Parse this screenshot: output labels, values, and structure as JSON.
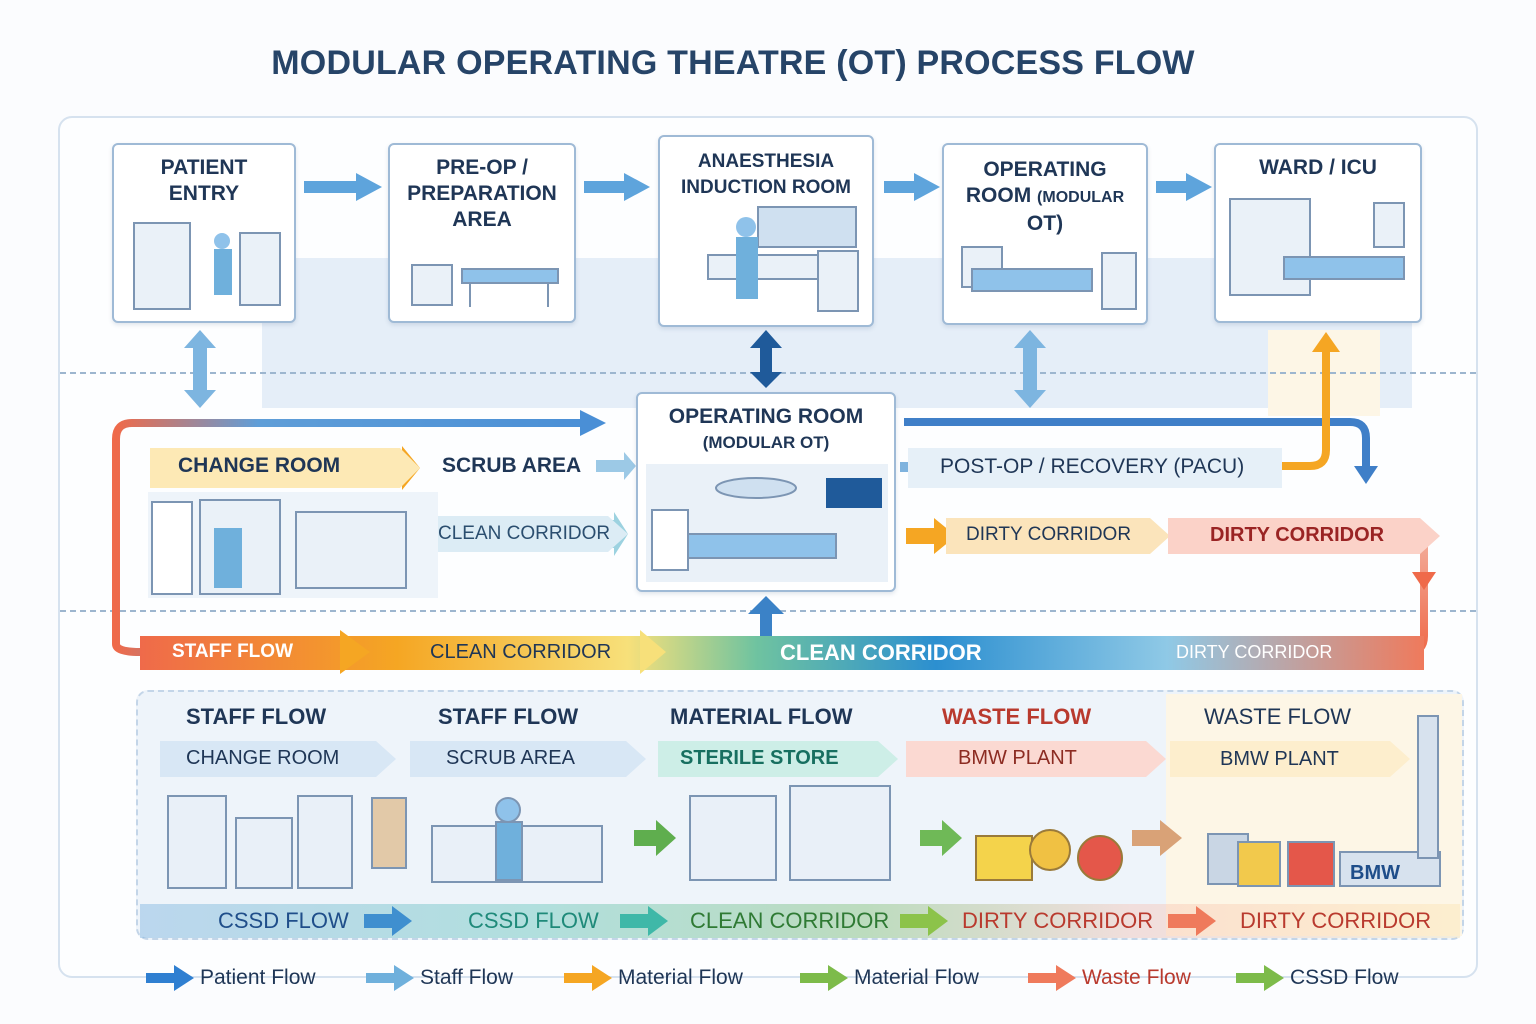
{
  "title": "MODULAR OPERATING THEATRE (OT) PROCESS FLOW",
  "top_row": [
    {
      "line1": "PATIENT",
      "line2": "ENTRY",
      "line3": ""
    },
    {
      "line1": "PRE-OP /",
      "line2": "PREPARATION",
      "line3": "AREA"
    },
    {
      "line1": "ANAESTHESIA",
      "line2": "INDUCTION ROOM",
      "line3": ""
    },
    {
      "line1": "OPERATING",
      "line2": "ROOM",
      "line2_small": "(MODULAR",
      "line3": "OT)"
    },
    {
      "line1": "WARD / ICU",
      "line2": "",
      "line3": ""
    }
  ],
  "center": {
    "line1": "OPERATING ROOM",
    "line2": "(MODULAR OT)"
  },
  "middle": {
    "change_room": "CHANGE ROOM",
    "scrub_area": "SCRUB AREA",
    "clean_corridor": "CLEAN CORRIDOR",
    "post_op": "POST-OP / RECOVERY (PACU)",
    "dirty_corridor_1": "DIRTY CORRIDOR",
    "dirty_corridor_2": "DIRTY CORRIDOR"
  },
  "corridor_band": {
    "staff_flow": "STAFF FLOW",
    "clean_corridor_1": "CLEAN CORRIDOR",
    "clean_corridor_2": "CLEAN CORRIDOR",
    "dirty_corridor": "DIRTY CORRIDOR"
  },
  "bottom_sections": [
    {
      "head": "STAFF FLOW",
      "chip": "CHANGE ROOM",
      "head_color": "#1f3656",
      "chip_bg": "#e3edf7",
      "chip_color": "#1f3656"
    },
    {
      "head": "STAFF FLOW",
      "chip": "SCRUB AREA",
      "head_color": "#1f3656",
      "chip_bg": "#e3edf7",
      "chip_color": "#1f3656"
    },
    {
      "head": "MATERIAL FLOW",
      "chip": "STERILE STORE",
      "head_color": "#1f3656",
      "chip_bg": "#d3efe9",
      "chip_color": "#176f60"
    },
    {
      "head": "WASTE FLOW",
      "chip": "BMW PLANT",
      "head_color": "#b93a2e",
      "chip_bg": "#fbe1dc",
      "chip_color": "#8c2c22"
    },
    {
      "head": "WASTE FLOW",
      "chip": "BMW PLANT",
      "head_color": "#1f3656",
      "chip_bg": "#fdf1d8",
      "chip_color": "#1f3656"
    }
  ],
  "bmw_badge": "BMW",
  "bottom_flow": {
    "cssd_1": "CSSD FLOW",
    "cssd_2": "CSSD FLOW",
    "clean_corridor": "CLEAN CORRIDOR",
    "dirty_corridor_1": "DIRTY CORRIDOR",
    "dirty_corridor_2": "DIRTY CORRIDOR"
  },
  "legend": [
    {
      "label": "Patient Flow",
      "color": "#2f7fd1",
      "text_color": "#1f3656"
    },
    {
      "label": "Staff Flow",
      "color": "#6fb0dc",
      "text_color": "#1f3656"
    },
    {
      "label": "Material Flow",
      "color": "#f5a623",
      "text_color": "#1f3656"
    },
    {
      "label": "Material Flow",
      "color": "#7dbb4a",
      "text_color": "#1f3656"
    },
    {
      "label": "Waste Flow",
      "color": "#ef7a5c",
      "text_color": "#b93a2e"
    },
    {
      "label": "CSSD Flow",
      "color": "#7dbb4a",
      "text_color": "#1f3656"
    }
  ],
  "colors": {
    "patient": "#2f7fd1",
    "staff": "#6fb0dc",
    "material": "#f5a623",
    "green": "#5fae4e",
    "teal": "#3fb8a8",
    "waste": "#ef7a5c",
    "dark_blue": "#1f5a9a"
  }
}
